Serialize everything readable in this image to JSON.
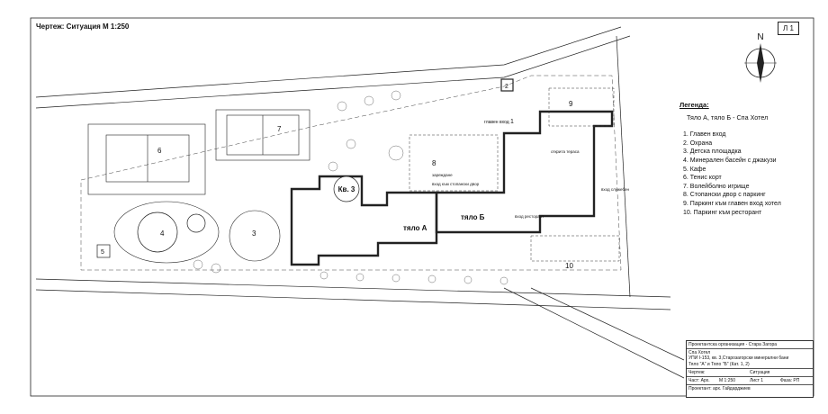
{
  "header": {
    "title": "Чертеж: Ситуация   М  1:250",
    "sheet": "Л 1"
  },
  "compass": {
    "north": "N"
  },
  "legend": {
    "title": "Легенда:",
    "subtitle": "Тяло А, тяло Б - Спа Хотел",
    "items": [
      "1.  Главен вход",
      "2.  Охрана",
      "3.  Детска площадка",
      "4.  Минерален басейн с джакузи",
      "5.  Кафе",
      "6.  Тенис корт",
      "7.  Волейболно игрище",
      "8.  Стопански двор с паркинг",
      "9.  Паркинг към главен вход хотел",
      "10. Паркинг към ресторант"
    ]
  },
  "plan": {
    "block_a": "тяло А",
    "block_b": "тяло Б",
    "kv": "Кв. 3",
    "n1": "1",
    "n2": "2",
    "n3": "3",
    "n4": "4",
    "n5": "5",
    "n6": "6",
    "n7": "7",
    "n8": "8",
    "n9": "9",
    "n10": "10",
    "main_entrance": "главен вход",
    "restaurant_entrance": "вход ресторант",
    "service_entrance": "вход служебен",
    "zone_label_1": "зареждане",
    "zone_label_2": "вход към стопански двор",
    "zone_label_3": "открита тераса"
  },
  "stamp": {
    "org": "Проектантска организация - Стара Загора",
    "project": "Спа Хотел",
    "location": "УПИ I-153, кв. 3,Старозагорски минерални бани",
    "blocks": "Тяло \"А\" и Тяло \"Б\" (Кат. 1, 2)",
    "c1": "Чертеж:",
    "c2": "Ситуация",
    "c3": "Част: Арх.",
    "c4": "М  1:250",
    "c5": "Лист 1",
    "c6": "Фаза:  РП",
    "designer": "Проектант: арх. Гайдарджиев"
  },
  "colors": {
    "line": "#222222",
    "paper": "#ffffff",
    "hatch": "#555555"
  }
}
